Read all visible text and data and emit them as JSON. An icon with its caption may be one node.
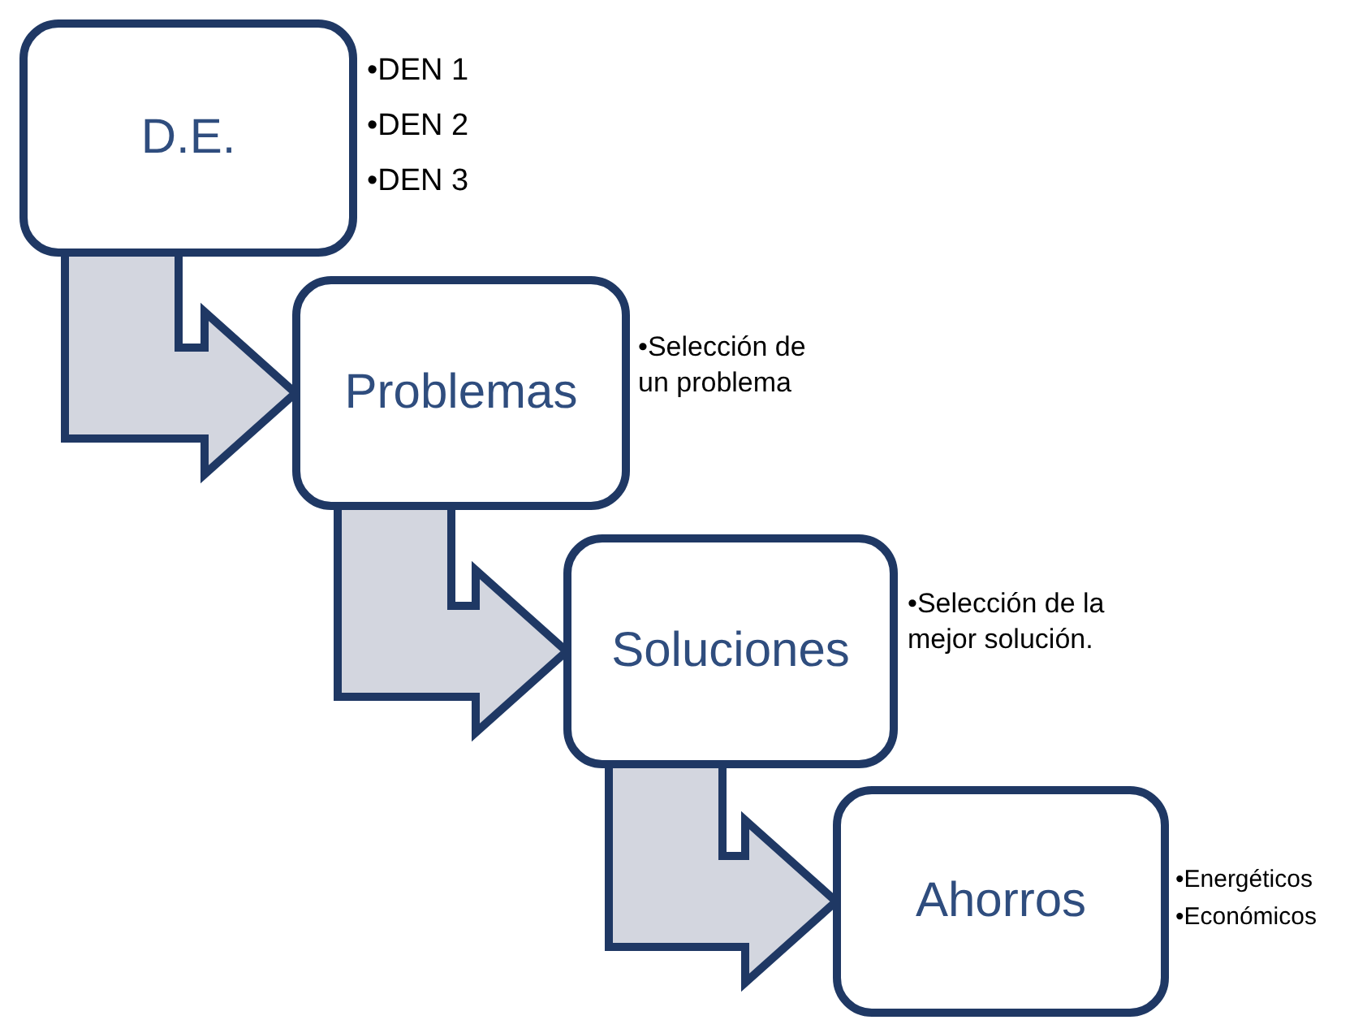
{
  "diagram": {
    "nodes": [
      {
        "text": [
          "D.E."
        ],
        "beside": [
          "•DEN 1",
          "•DEN 2",
          "•DEN 3"
        ]
      },
      {
        "text": [
          "Problemas"
        ],
        "beside": [
          "•Selección de un problema"
        ]
      },
      {
        "text": [
          "Soluciones"
        ],
        "beside": [
          "•Selección de la mejor solución."
        ]
      },
      {
        "text": [
          "Ahorros"
        ],
        "beside": [
          "•Energéticos",
          "•Económicos"
        ]
      }
    ],
    "edges": [
      {
        "from": 0,
        "to": 1,
        "arrow": "to"
      },
      {
        "from": 1,
        "to": 2,
        "arrow": "to"
      },
      {
        "from": 2,
        "to": 3,
        "arrow": "to"
      }
    ]
  }
}
